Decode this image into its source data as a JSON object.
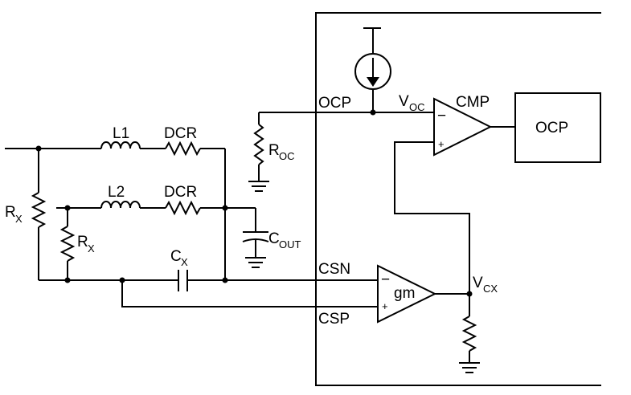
{
  "labels": {
    "l1": "L1",
    "dcr1": "DCR",
    "l2": "L2",
    "dcr2": "DCR",
    "rx_left_main": "R",
    "rx_left_sub": "X",
    "rx_inner_main": "R",
    "rx_inner_sub": "X",
    "cx_main": "C",
    "cx_sub": "X",
    "roc_main": "R",
    "roc_sub": "OC",
    "cout_main": "C",
    "cout_sub": "OUT",
    "ocp_pin": "OCP",
    "voc_main": "V",
    "voc_sub": "OC",
    "cmp": "CMP",
    "ocp_block": "OCP",
    "csn": "CSN",
    "csp": "CSP",
    "gm": "gm",
    "vcx_main": "V",
    "vcx_sub": "CX",
    "minus": "−",
    "plus": "+"
  }
}
